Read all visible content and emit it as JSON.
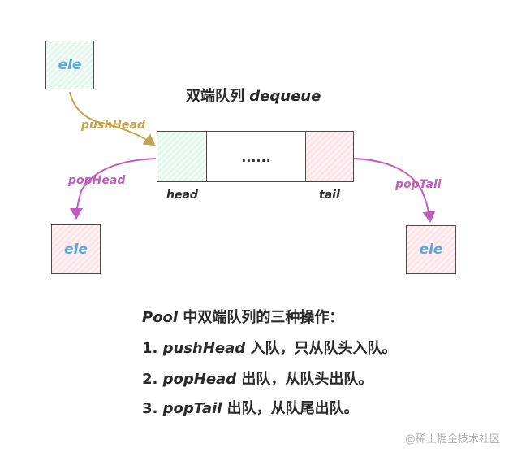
{
  "diagram": {
    "title_cn": "双端队列 ",
    "title_en": "dequeue",
    "top_element": "ele",
    "left_element": "ele",
    "right_element": "ele",
    "queue": {
      "middle_text": "......",
      "head_label": "head",
      "tail_label": "tail"
    },
    "arrows": {
      "push_head": "pushHead",
      "pop_head": "popHead",
      "pop_tail": "popTail"
    },
    "colors": {
      "push": "#c8a24a",
      "pop": "#c45cbf",
      "ele_text": "#5aa6d6"
    }
  },
  "notes": {
    "heading_en": "Pool",
    "heading_cn": " 中双端队列的三种操作：",
    "line1_num": "1. ",
    "line1_en": "pushHead",
    "line1_cn": " 入队，只从队头入队。",
    "line2_num": "2. ",
    "line2_en": "popHead",
    "line2_cn": " 出队，从队头出队。",
    "line3_num": "3. ",
    "line3_en": "popTail",
    "line3_cn": " 出队，从队尾出队。"
  },
  "watermark": "@稀土掘金技术社区"
}
